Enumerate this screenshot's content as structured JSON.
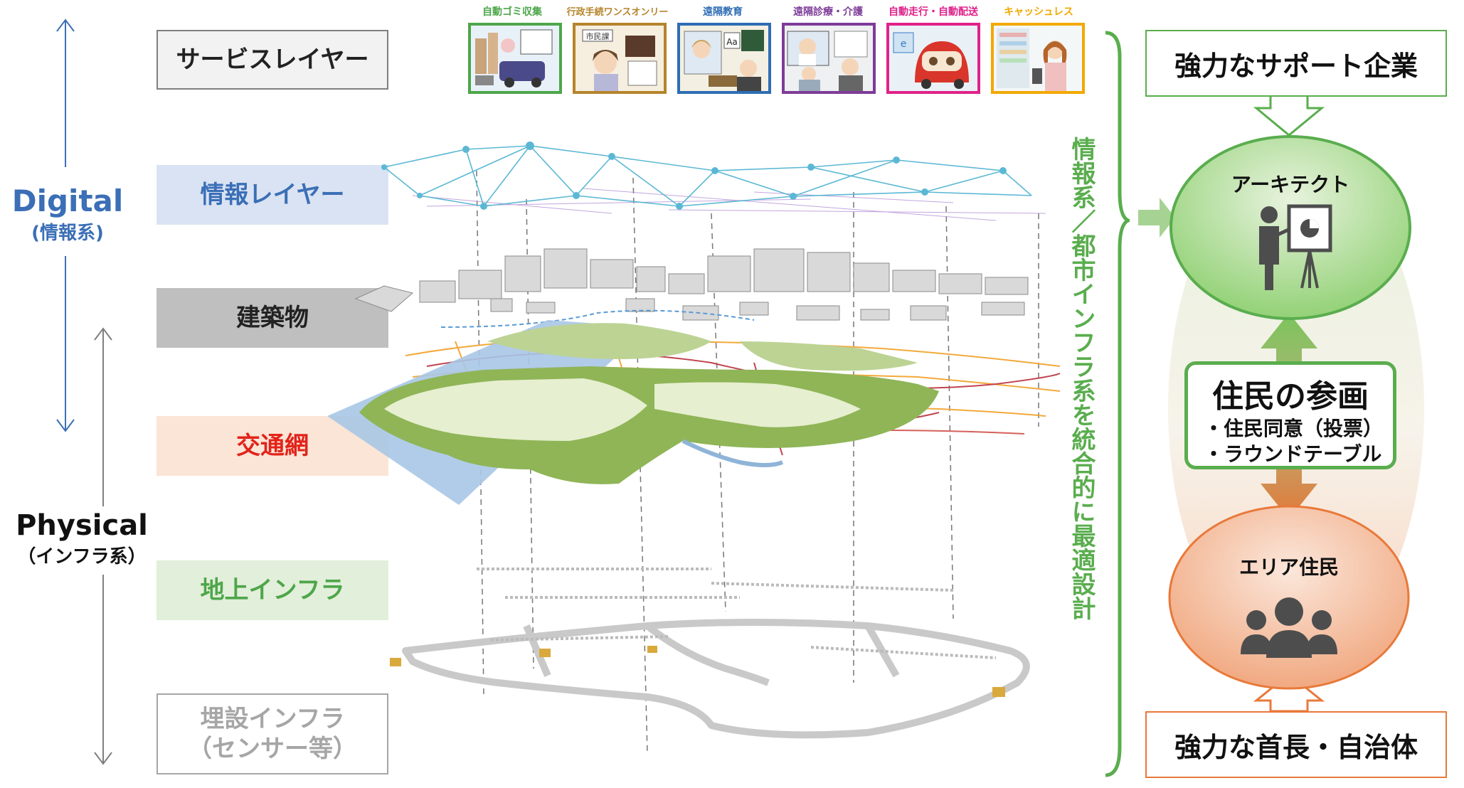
{
  "axis": {
    "digital_label": "Digital",
    "digital_sub": "(情報系)",
    "physical_label": "Physical",
    "physical_sub": "（インフラ系）"
  },
  "layers": [
    {
      "key": "service",
      "label": "サービスレイヤー",
      "color": "#222222",
      "bg": "#f2f2f2",
      "border": "#7f7f7f"
    },
    {
      "key": "info",
      "label": "情報レイヤー",
      "color": "#3b6fb6",
      "bg": "#dae3f3",
      "border": "none"
    },
    {
      "key": "building",
      "label": "建築物",
      "color": "#222222",
      "bg": "#bfbfbf",
      "border": "none"
    },
    {
      "key": "transport",
      "label": "交通網",
      "color": "#e2231a",
      "bg": "#fbe5d6",
      "border": "none"
    },
    {
      "key": "ground",
      "label": "地上インフラ",
      "color": "#4ea64a",
      "bg": "#e2efda",
      "border": "none"
    },
    {
      "key": "buried",
      "label_line1": "埋設インフラ",
      "label_line2": "（センサー等）",
      "color": "#a6a6a6",
      "bg": "#ffffff",
      "border": "#a6a6a6"
    }
  ],
  "services": [
    {
      "title": "自動ゴミ収集",
      "color": "#4ea64a",
      "icon": "garbage-truck-icon"
    },
    {
      "title": "行政手続ワンスオンリー",
      "color": "#b5852c",
      "icon": "government-procedure-icon",
      "inner": "市民課"
    },
    {
      "title": "遠隔教育",
      "color": "#2e6db4",
      "icon": "remote-education-icon",
      "inner": "Aa"
    },
    {
      "title": "遠隔診療・介護",
      "color": "#7d3c98",
      "icon": "telemedicine-icon"
    },
    {
      "title": "自動走行・自動配送",
      "color": "#e0218a",
      "icon": "autonomous-vehicle-icon"
    },
    {
      "title": "キャッシュレス",
      "color": "#f2a900",
      "icon": "cashless-icon"
    }
  ],
  "vertical_text": "情報系／都市インフラ系を統合的に最適設計",
  "right_panel": {
    "support_companies": "強力なサポート企業",
    "architect": "アーキテクト",
    "participation_title": "住民の参画",
    "participation_items": [
      "・住民同意（投票）",
      "・ラウンドテーブル"
    ],
    "area_residents": "エリア住民",
    "mayor": "強力な首長・自治体"
  },
  "colors": {
    "green": "#5aad4e",
    "orange": "#e8793a",
    "blue": "#3b6fb6"
  }
}
